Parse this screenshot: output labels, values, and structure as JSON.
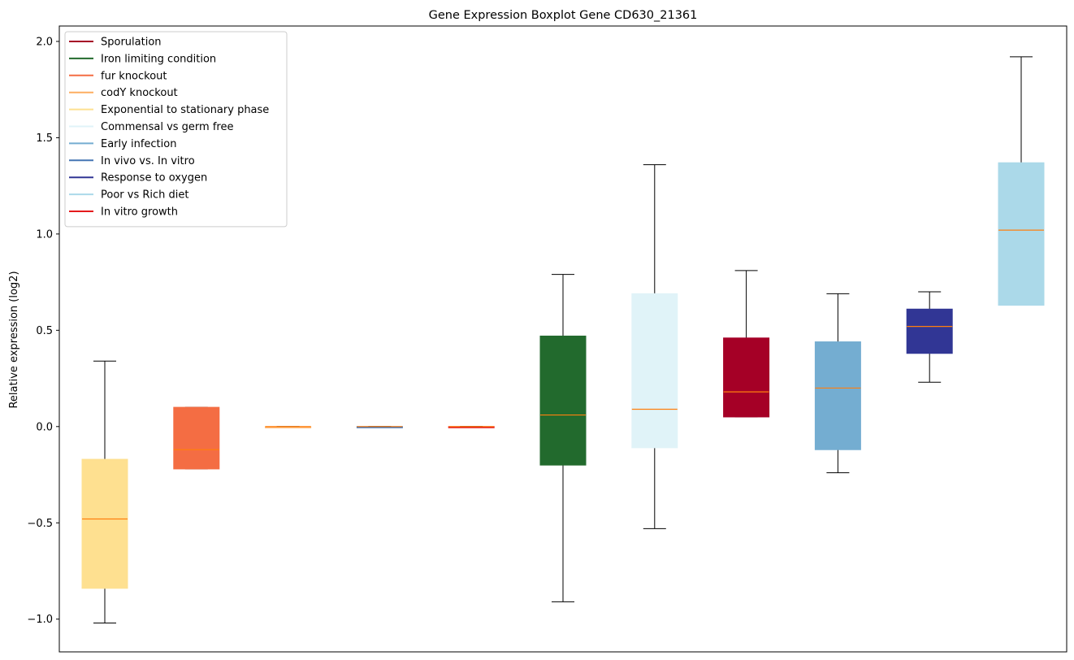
{
  "chart_data": {
    "type": "boxplot",
    "title": "Gene Expression Boxplot Gene CD630_21361",
    "ylabel": "Relative expression (log2)",
    "xlabel": "",
    "ylim": [
      -1.17,
      2.08
    ],
    "yticks": [
      -1.0,
      -0.5,
      0.0,
      0.5,
      1.0,
      1.5,
      2.0
    ],
    "ytick_labels": [
      "−1.0",
      "−0.5",
      "0.0",
      "0.5",
      "1.0",
      "1.5",
      "2.0"
    ],
    "grid": false,
    "legend_position": "upper-left",
    "legend": [
      {
        "label": "Sporulation",
        "color": "#a50026"
      },
      {
        "label": "Iron limiting condition",
        "color": "#226a2d"
      },
      {
        "label": "fur knockout",
        "color": "#f46d43"
      },
      {
        "label": "codY knockout",
        "color": "#fdae61"
      },
      {
        "label": "Exponential to stationary phase",
        "color": "#fee090"
      },
      {
        "label": "Commensal vs germ free",
        "color": "#e0f3f8"
      },
      {
        "label": "Early infection",
        "color": "#74add1"
      },
      {
        "label": "In vivo vs. In vitro",
        "color": "#4575b4"
      },
      {
        "label": "Response to oxygen",
        "color": "#313695"
      },
      {
        "label": "Poor vs Rich diet",
        "color": "#abd9e9"
      },
      {
        "label": "In vitro growth",
        "color": "#e41a1c"
      }
    ],
    "median_color": "#ff7f0e",
    "boxes": [
      {
        "color": "#fee090",
        "whisker_low": -1.02,
        "q1": -0.84,
        "median": -0.48,
        "q3": -0.17,
        "whisker_high": 0.34
      },
      {
        "color": "#f46d43",
        "whisker_low": -0.22,
        "q1": -0.22,
        "median": -0.12,
        "q3": 0.1,
        "whisker_high": 0.1
      },
      {
        "color": "#fdae61",
        "whisker_low": 0.0,
        "q1": 0.0,
        "median": 0.0,
        "q3": 0.0,
        "whisker_high": 0.0
      },
      {
        "color": "#4575b4",
        "whisker_low": 0.0,
        "q1": 0.0,
        "median": 0.0,
        "q3": 0.0,
        "whisker_high": 0.0
      },
      {
        "color": "#e41a1c",
        "whisker_low": 0.0,
        "q1": 0.0,
        "median": 0.0,
        "q3": 0.0,
        "whisker_high": 0.0
      },
      {
        "color": "#226a2d",
        "whisker_low": -0.91,
        "q1": -0.2,
        "median": 0.06,
        "q3": 0.47,
        "whisker_high": 0.79
      },
      {
        "color": "#e0f3f8",
        "whisker_low": -0.53,
        "q1": -0.11,
        "median": 0.09,
        "q3": 0.69,
        "whisker_high": 1.36
      },
      {
        "color": "#a50026",
        "whisker_low": 0.05,
        "q1": 0.05,
        "median": 0.18,
        "q3": 0.46,
        "whisker_high": 0.81
      },
      {
        "color": "#74add1",
        "whisker_low": -0.24,
        "q1": -0.12,
        "median": 0.2,
        "q3": 0.44,
        "whisker_high": 0.69
      },
      {
        "color": "#313695",
        "whisker_low": 0.23,
        "q1": 0.38,
        "median": 0.52,
        "q3": 0.61,
        "whisker_high": 0.7
      },
      {
        "color": "#abd9e9",
        "whisker_low": 0.63,
        "q1": 0.63,
        "median": 1.02,
        "q3": 1.37,
        "whisker_high": 1.92
      }
    ]
  }
}
